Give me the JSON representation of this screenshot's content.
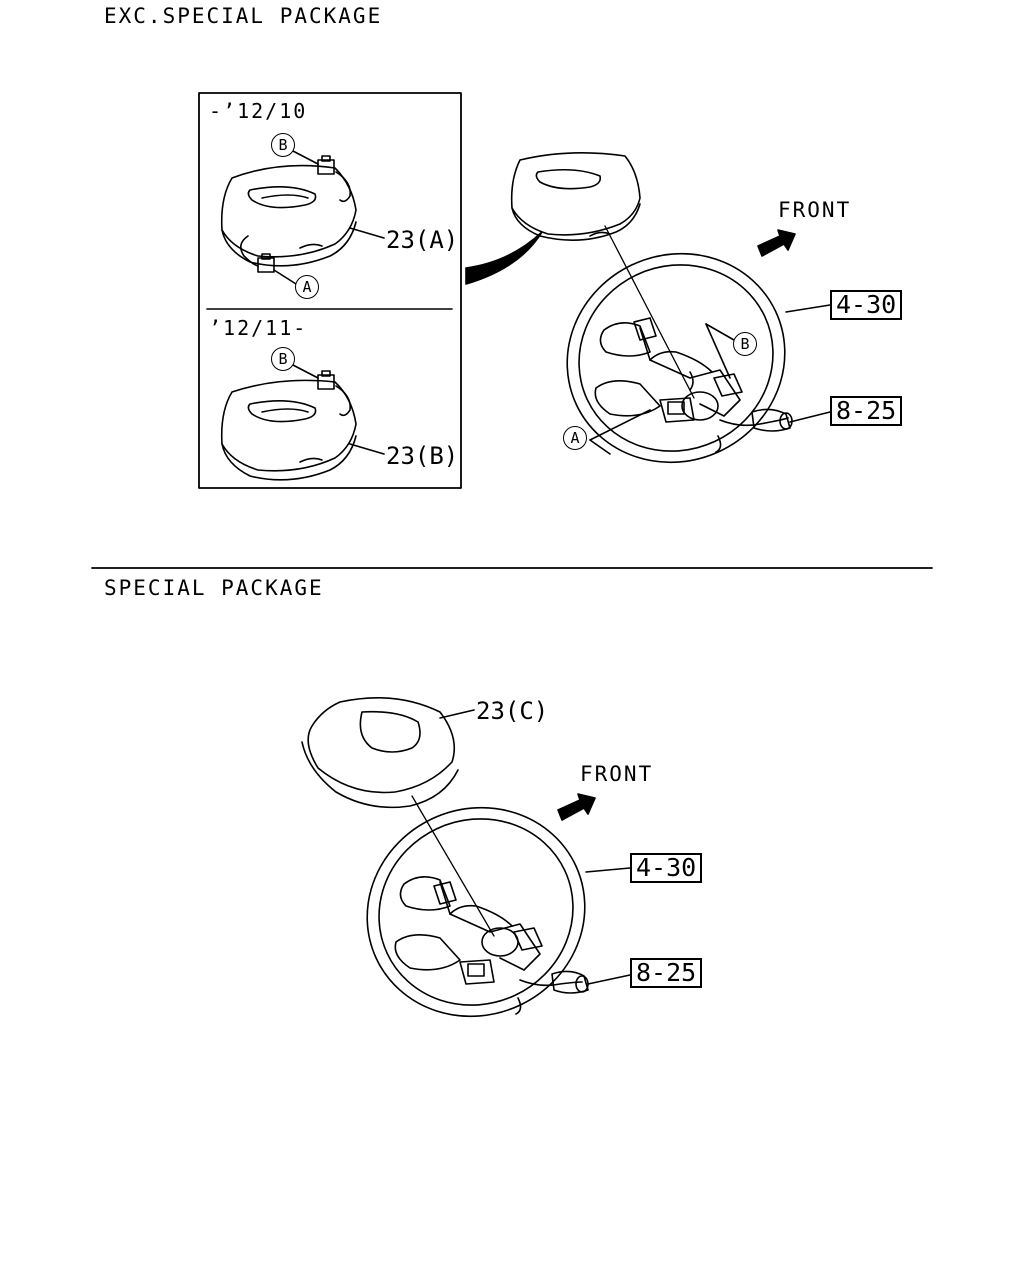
{
  "section_top": {
    "title": "EXC.SPECIAL PACKAGE",
    "inset": {
      "period_early": "-’12/10",
      "period_late": "’12/11-",
      "part_early": "23(A)",
      "part_late": "23(B)",
      "connector_a": "A",
      "connector_b": "B"
    },
    "front_label": "FRONT",
    "ref_wheel": "4-30",
    "ref_switch": "8-25",
    "callout_a": "A",
    "callout_b": "B"
  },
  "section_bottom": {
    "title": "SPECIAL PACKAGE",
    "part": "23(C)",
    "front_label": "FRONT",
    "ref_wheel": "4-30",
    "ref_switch": "8-25"
  }
}
